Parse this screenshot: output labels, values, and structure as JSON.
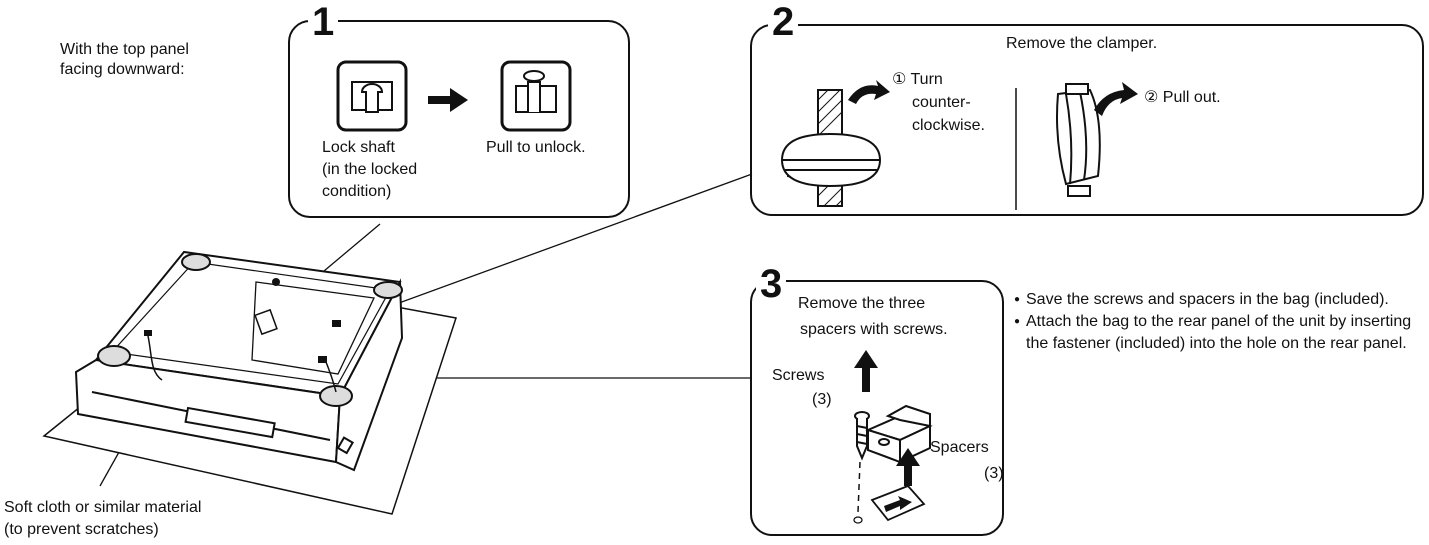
{
  "intro": {
    "line1": "With the top panel",
    "line2": "facing downward:"
  },
  "step1": {
    "number": "1",
    "lock_label_line1": "Lock shaft",
    "lock_label_line2": "(in the locked",
    "lock_label_line3": "condition)",
    "unlock_label": "Pull to unlock."
  },
  "step2": {
    "number": "2",
    "title": "Remove the clamper.",
    "turn_line1": "① Turn",
    "turn_line2": "counter-",
    "turn_line3": "clockwise.",
    "pull_label": "② Pull out."
  },
  "step3": {
    "number": "3",
    "title_line1": "Remove  the  three",
    "title_line2": "spacers  with  screws.",
    "screws_label": "Screws",
    "screws_count": "(3)",
    "spacers_label": "Spacers",
    "spacers_count": "(3)"
  },
  "notes": [
    "Save the screws and spacers in the bag (included).",
    "Attach the bag to the rear panel of the unit by inserting the fastener (included) into the hole on the rear panel."
  ],
  "cloth": {
    "line1": "Soft cloth or similar material",
    "line2": "(to prevent scratches)"
  },
  "icons": {
    "arrow": "right-arrow-icon",
    "lock_locked": "lock-shaft-locked-icon",
    "lock_unlocked": "lock-shaft-unlocked-icon"
  }
}
